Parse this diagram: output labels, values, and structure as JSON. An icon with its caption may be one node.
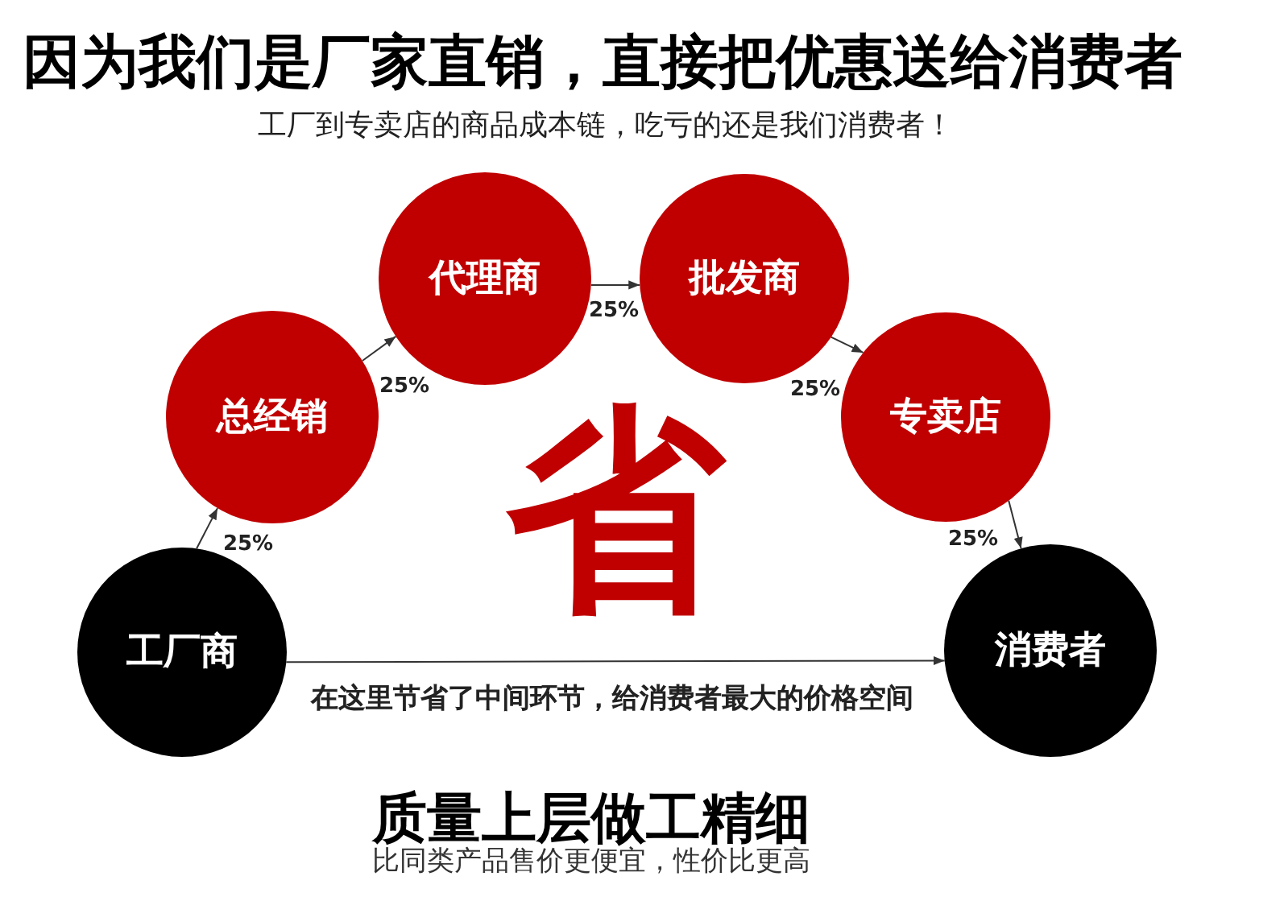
{
  "diagram": {
    "title": "因为我们是厂家直销，直接把优惠送给消费者",
    "nodes": [
      {
        "text": [
          "工厂商"
        ]
      },
      {
        "text": [
          "总经销"
        ]
      },
      {
        "text": [
          "代理商"
        ]
      },
      {
        "text": [
          "批发商"
        ]
      },
      {
        "text": [
          "专卖店"
        ]
      },
      {
        "text": [
          "消费者"
        ]
      }
    ],
    "edges": [
      {
        "from": 0,
        "to": 1,
        "arrow": "to",
        "label": "25%"
      },
      {
        "from": 1,
        "to": 2,
        "arrow": "to",
        "label": "25%"
      },
      {
        "from": 2,
        "to": 3,
        "arrow": "to",
        "label": "25%"
      },
      {
        "from": 3,
        "to": 4,
        "arrow": "to",
        "label": "25%"
      },
      {
        "from": 4,
        "to": 5,
        "arrow": "to",
        "label": "25%"
      },
      {
        "from": 0,
        "to": 5,
        "arrow": "to",
        "label": "在这里节省了中间环节，给消费者最大的价格空间"
      }
    ],
    "labels": [
      "工厂到专卖店的商品成本链，吃亏的还是我们消费者！",
      "省",
      "质量上层做工精细",
      "比同类产品售价更便宜，性价比更高"
    ]
  }
}
